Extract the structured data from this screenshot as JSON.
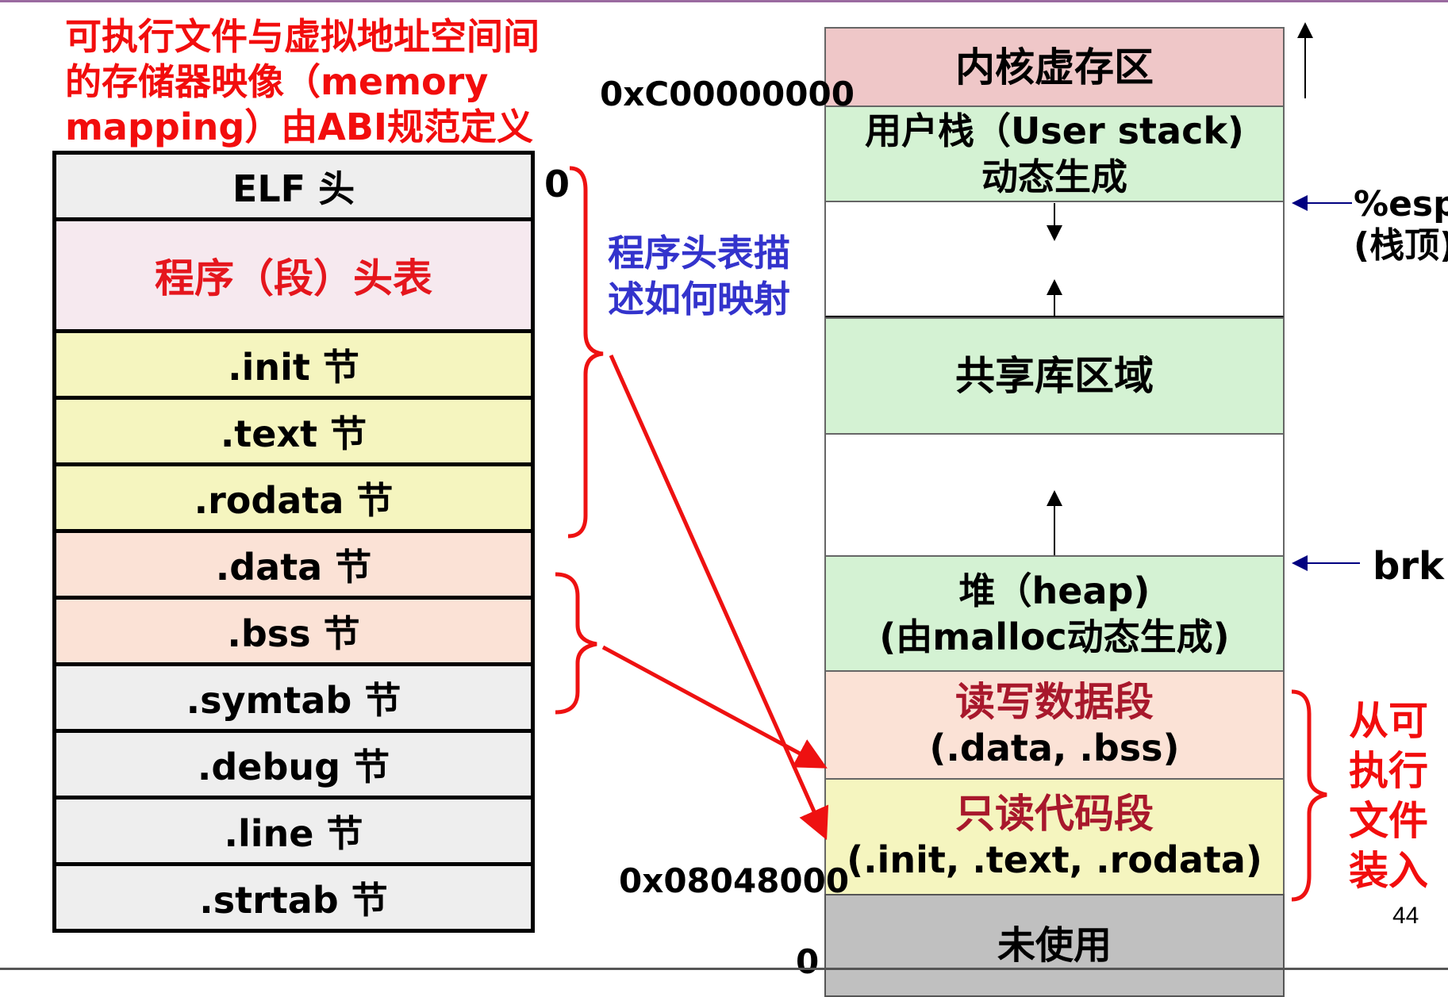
{
  "title_lines": [
    "可执行文件与虚拟地址空间间",
    "的存储器映像（memory",
    "mapping）由ABI规范定义"
  ],
  "elf_table": {
    "start_offset": "0",
    "rows": [
      {
        "label": "ELF 头",
        "style": "gray"
      },
      {
        "label": "程序（段）头表",
        "style": "pink"
      },
      {
        "label": ".init 节",
        "style": "yellow"
      },
      {
        "label": ".text 节",
        "style": "yellow"
      },
      {
        "label": ".rodata 节",
        "style": "yellow"
      },
      {
        "label": ".data 节",
        "style": "peach"
      },
      {
        "label": ".bss 节",
        "style": "peach"
      },
      {
        "label": ".symtab 节",
        "style": "gray"
      },
      {
        "label": ".debug 节",
        "style": "gray"
      },
      {
        "label": ".line 节",
        "style": "gray"
      },
      {
        "label": ".strtab 节",
        "style": "gray"
      }
    ]
  },
  "program_header_note": [
    "程序头表描",
    "述如何映射"
  ],
  "memory_map": {
    "kernel": "内核虚存区",
    "user_stack": [
      "用户栈（User stack)",
      "动态生成"
    ],
    "shared_libs": "共享库区域",
    "heap": [
      "堆（heap)",
      "(由malloc动态生成)"
    ],
    "rw_segment": {
      "title": "读写数据段",
      "sections": "(.data, .bss)"
    },
    "ro_segment": {
      "title": "只读代码段",
      "sections": "(.init, .text, .rodata)"
    },
    "unused": "未使用"
  },
  "addresses": {
    "kernel_start": "0xC00000000",
    "code_start": "0x08048000",
    "zero": "0"
  },
  "pointers": {
    "esp": [
      "%esp",
      "(栈顶)"
    ],
    "brk": "brk"
  },
  "loaded_from_exe": [
    "从可",
    "执行",
    "文件",
    "装入"
  ],
  "page_number": "44",
  "colors": {
    "title_red": "#f20d0d",
    "note_blue": "#3333cc",
    "segment_crimson": "#a8182c",
    "arrow_red": "#ee1111",
    "pointer_navy": "#000080"
  }
}
